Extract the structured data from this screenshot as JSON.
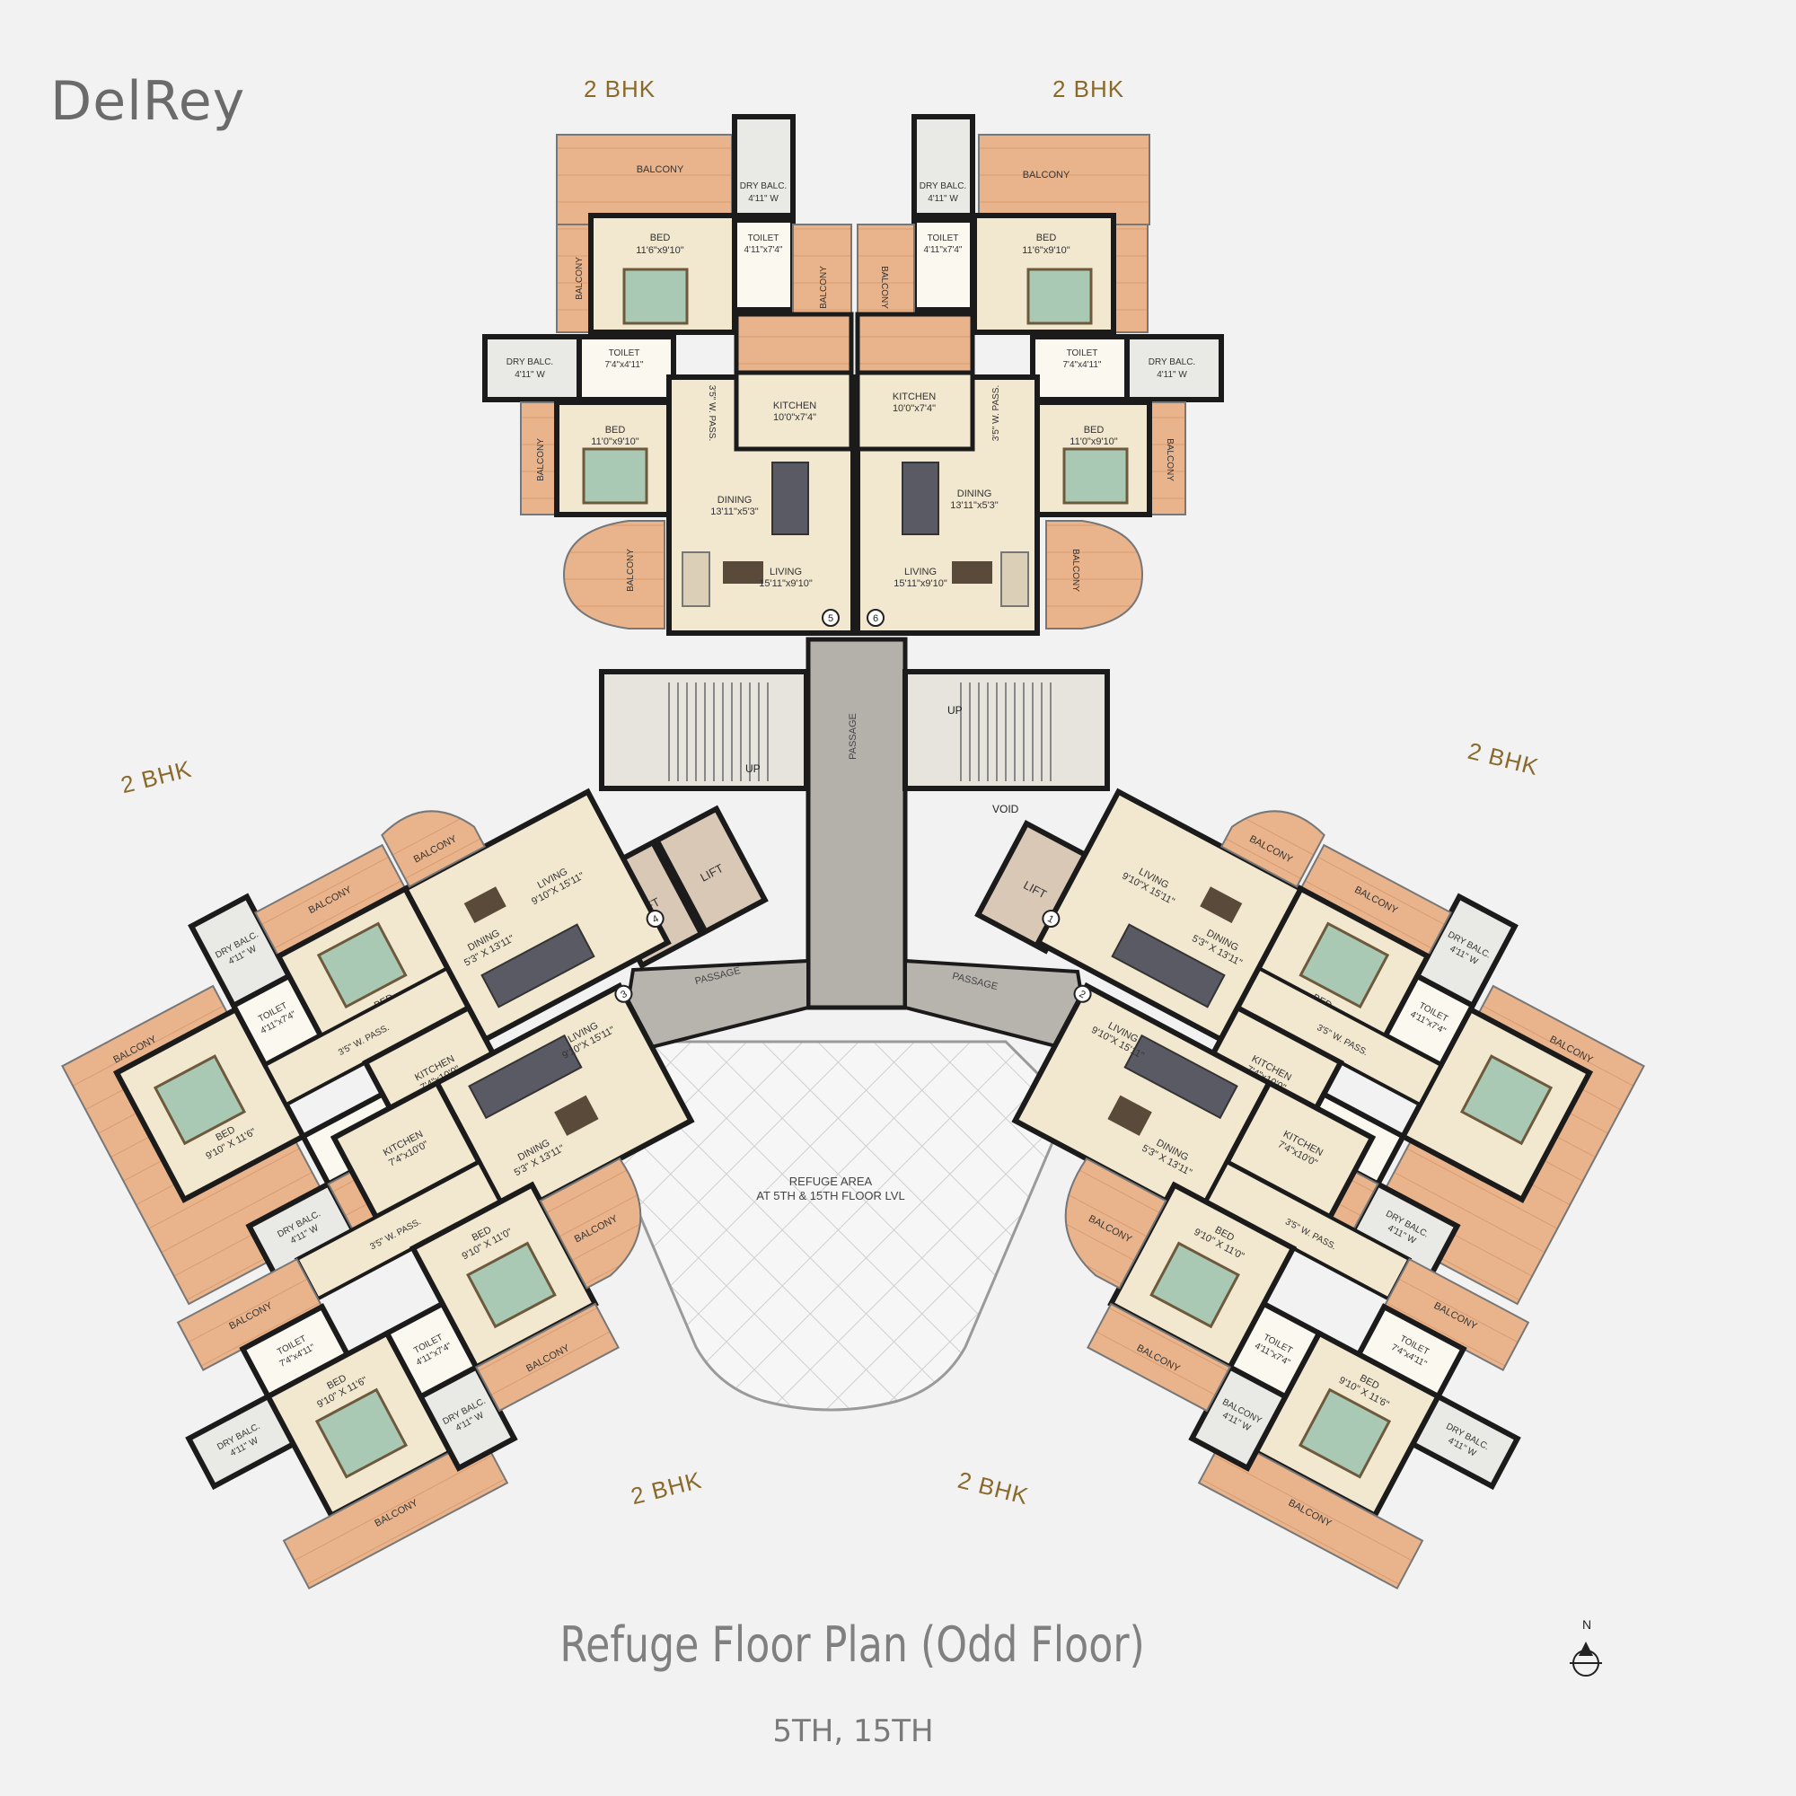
{
  "brand": "DelRey",
  "title": "Refuge Floor Plan (Odd Floor)",
  "floors": "5TH, 15TH",
  "unit_type": "2 BHK",
  "compass": "N",
  "icons": {
    "north": "compass-north-icon"
  },
  "colors": {
    "balcony": "#e9b48c",
    "interior": "#f2e7cf",
    "wall": "#1b1b1b",
    "passage": "#b4b1ab",
    "refuge": "#f5f5f5",
    "bed": "#a9c9b4",
    "dry": "#e9e9e6"
  },
  "labels": {
    "balcony": "BALCONY",
    "dry_balc": "DRY BALC.",
    "dry_balc_size": "4'11\" W",
    "toilet": "TOILET",
    "bed": "BED",
    "kitchen": "KITCHEN",
    "dining": "DINING",
    "living": "LIVING",
    "w_pass": "3'5\" W. PASS.",
    "lift": "LIFT",
    "passage": "PASSAGE",
    "up": "UP",
    "void": "VOID",
    "refuge_1": "REFUGE AREA",
    "refuge_2": "AT 5TH & 15TH FLOOR LVL",
    "flat_5": "5",
    "flat_6": "6",
    "flat_4": "4",
    "flat_3": "3",
    "flat_2": "2",
    "flat_1": "1"
  },
  "sizes": {
    "top_bed_a": "11'6\"x9'10\"",
    "top_bed_b": "11'0\"x9'10\"",
    "top_toilet_a": "4'11\"x7'4\"",
    "top_toilet_b": "7'4\"x4'11\"",
    "top_kitchen": "10'0\"x7'4\"",
    "top_dining": "13'11\"x5'3\"",
    "top_living": "15'11\"x9'10\"",
    "wing_bed_a": "9'10\" X 11'0\"",
    "wing_bed_b": "9'10\" X 11'6\"",
    "wing_toilet_a": "4'11\"x7'4\"",
    "wing_toilet_b": "7'4\"x4'11\"",
    "wing_kitchen": "7'4\"x10'0\"",
    "wing_dining": "5'3\" X 13'11\"",
    "wing_living": "9'10\"X 15'11\""
  }
}
